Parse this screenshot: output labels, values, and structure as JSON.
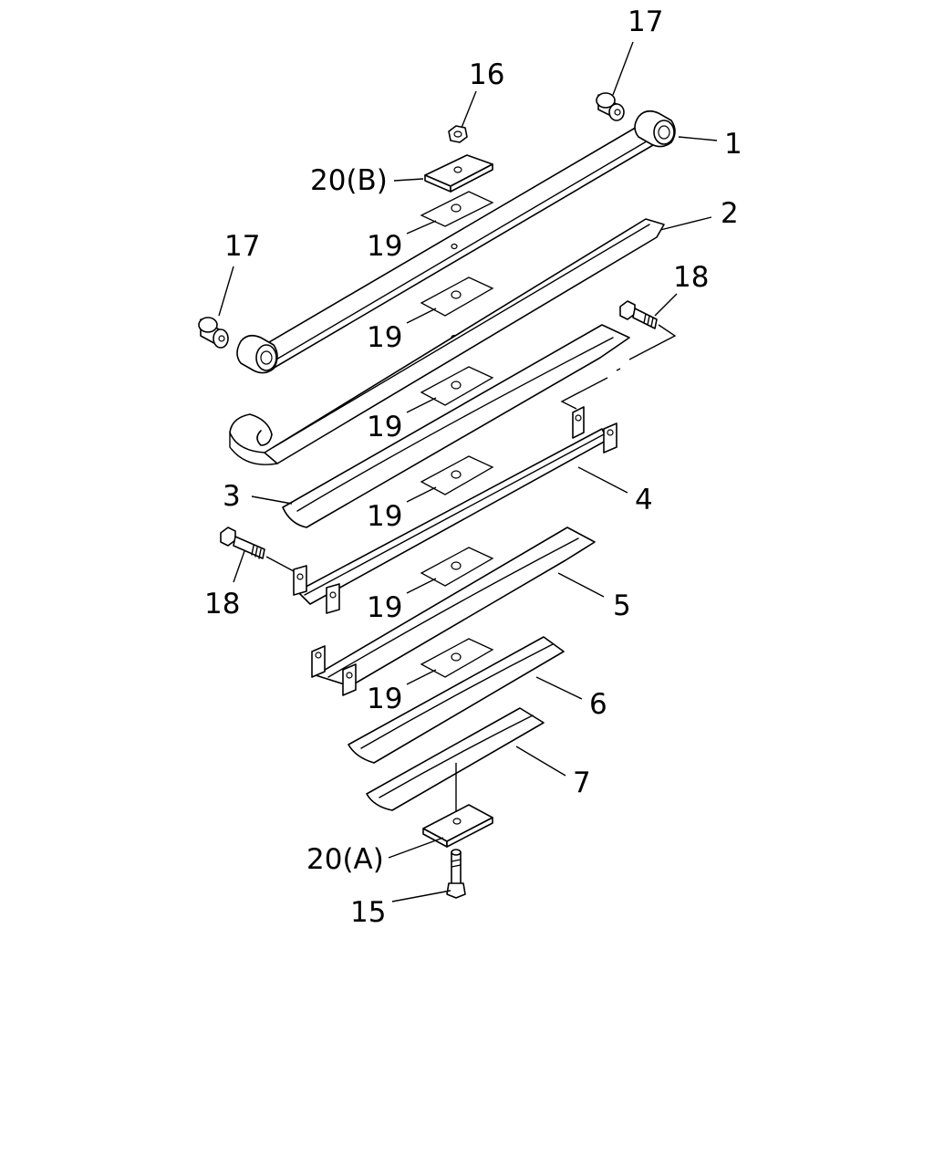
{
  "callouts": {
    "c1": "1",
    "c2": "2",
    "c3": "3",
    "c4": "4",
    "c5": "5",
    "c6": "6",
    "c7": "7",
    "c15": "15",
    "c16": "16",
    "c17_top": "17",
    "c17_left": "17",
    "c18_top": "18",
    "c18_left": "18",
    "c19_a": "19",
    "c19_b": "19",
    "c19_c": "19",
    "c19_d": "19",
    "c19_e": "19",
    "c19_f": "19",
    "c20b": "20(B)",
    "c20a": "20(A)"
  }
}
